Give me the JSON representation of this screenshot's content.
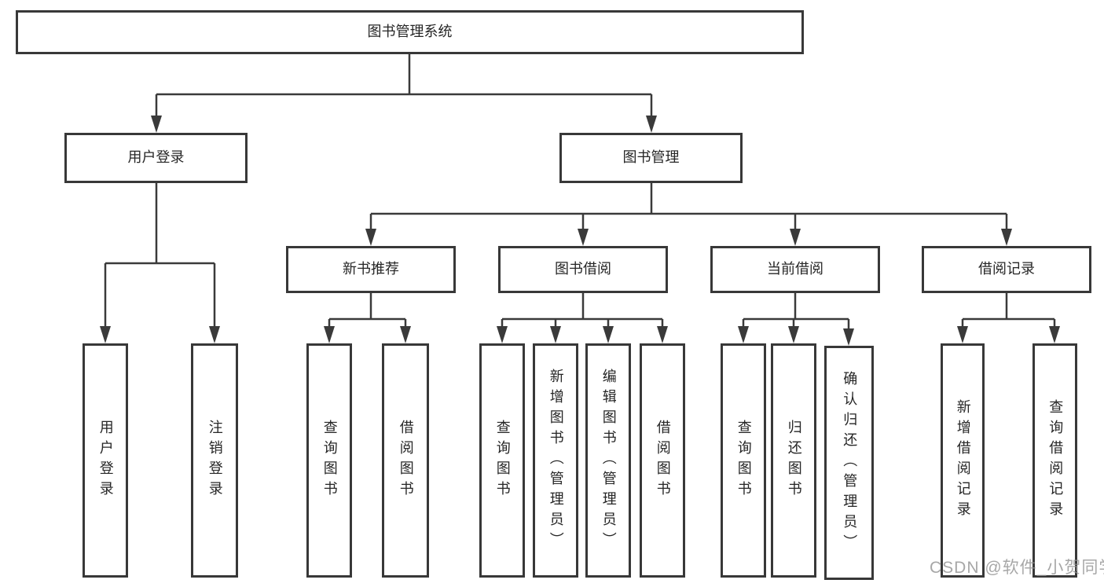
{
  "tree": {
    "root": {
      "label": "图书管理系统"
    },
    "branches": [
      {
        "label": "用户登录",
        "children": [
          {
            "label": "用户登录"
          },
          {
            "label": "注销登录"
          }
        ]
      },
      {
        "label": "图书管理",
        "children": [
          {
            "label": "新书推荐",
            "children": [
              {
                "label": "查询图书"
              },
              {
                "label": "借阅图书"
              }
            ]
          },
          {
            "label": "图书借阅",
            "children": [
              {
                "label": "查询图书"
              },
              {
                "label": "新增图书（管理员）"
              },
              {
                "label": "编辑图书（管理员）"
              },
              {
                "label": "借阅图书"
              }
            ]
          },
          {
            "label": "当前借阅",
            "children": [
              {
                "label": "查询图书"
              },
              {
                "label": "归还图书"
              },
              {
                "label": "确认归还（管理员）"
              }
            ]
          },
          {
            "label": "借阅记录",
            "children": [
              {
                "label": "新增借阅记录"
              },
              {
                "label": "查询借阅记录"
              }
            ]
          }
        ]
      }
    ]
  },
  "colors": {
    "line": "#3a3a3a",
    "box_border": "#383838",
    "text": "#262626",
    "background": "#ffffff",
    "watermark": "#919191"
  },
  "watermark": {
    "text": "CSDN @软件_小贺同学"
  }
}
